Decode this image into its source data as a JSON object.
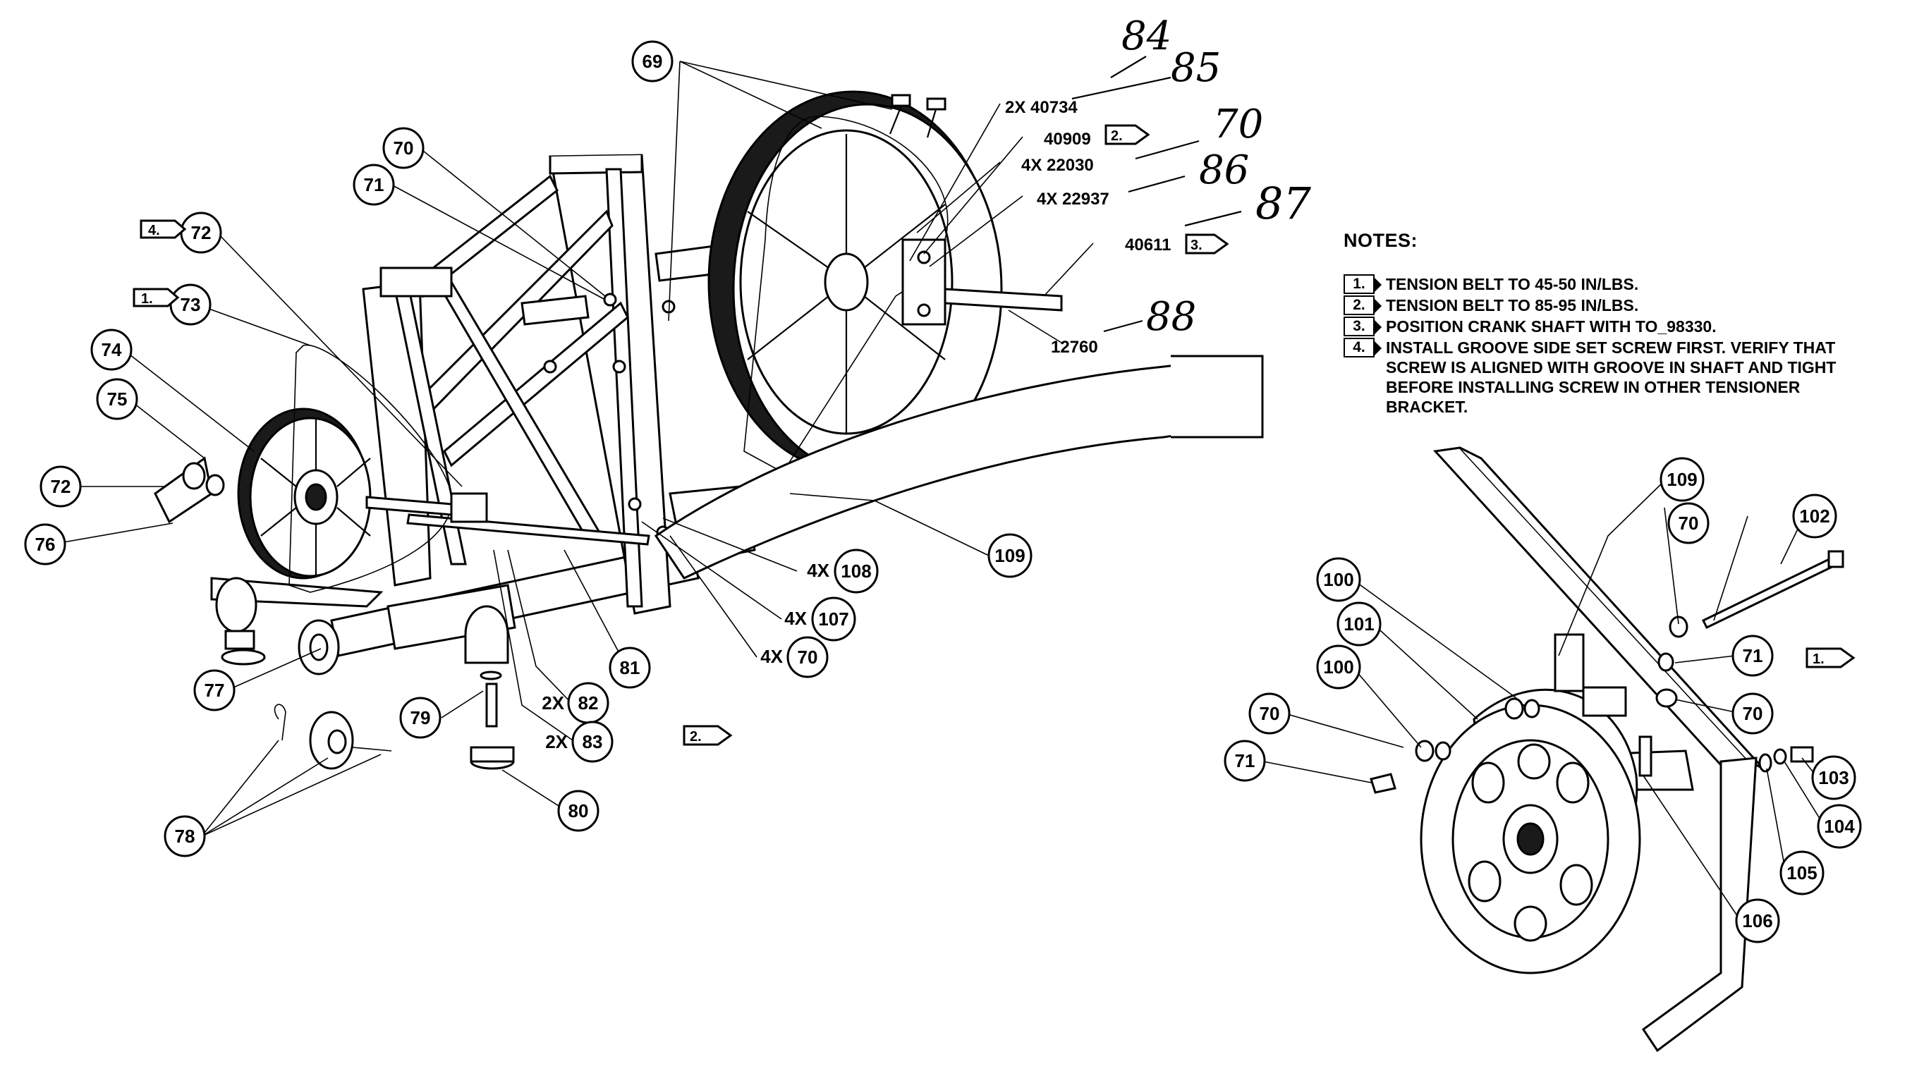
{
  "notes": {
    "title": "NOTES:",
    "items": [
      {
        "num": "1.",
        "text": "TENSION BELT TO 45-50 IN/LBS."
      },
      {
        "num": "2.",
        "text": "TENSION BELT TO 85-95 IN/LBS."
      },
      {
        "num": "3.",
        "text": "POSITION CRANK SHAFT WITH TO_98330."
      },
      {
        "num": "4.",
        "text": "INSTALL GROOVE SIDE SET SCREW FIRST. VERIFY THAT SCREW IS ALIGNED WITH GROOVE IN SHAFT AND TIGHT BEFORE INSTALLING SCREW IN OTHER TENSIONER BRACKET."
      }
    ]
  },
  "part_numbers": {
    "p40734": "2X 40734",
    "p40909": "40909",
    "p22030": "4X 22030",
    "p22937": "4X 22937",
    "p40611": "40611",
    "p12760": "12760"
  },
  "handwritten": {
    "h84": "84",
    "h85": "85",
    "h70": "70",
    "h86": "86",
    "h87": "87",
    "h88": "88"
  },
  "flags": {
    "f4": "4.",
    "f1a": "1.",
    "f2a": "2.",
    "f3": "3.",
    "f2b": "2.",
    "f1b": "1."
  },
  "balloons": {
    "b69": "69",
    "b70a": "70",
    "b71a": "71",
    "b72a": "72",
    "b73": "73",
    "b74": "74",
    "b75": "75",
    "b72b": "72",
    "b76": "76",
    "b77": "77",
    "b78": "78",
    "b79": "79",
    "b80": "80",
    "b81": "81",
    "b82": "82",
    "b83": "83",
    "b108": "108",
    "b107": "107",
    "b70b": "70",
    "b109a": "109",
    "b109b": "109",
    "b102": "102",
    "b70c": "70",
    "b71b": "71",
    "b100a": "100",
    "b101": "101",
    "b100b": "100",
    "b70d": "70",
    "b70e": "70",
    "b71c": "71",
    "b103": "103",
    "b104": "104",
    "b105": "105",
    "b106": "106"
  },
  "qty": {
    "q108": "4X",
    "q107": "4X",
    "q70": "4X",
    "q82": "2X",
    "q83": "2X"
  }
}
